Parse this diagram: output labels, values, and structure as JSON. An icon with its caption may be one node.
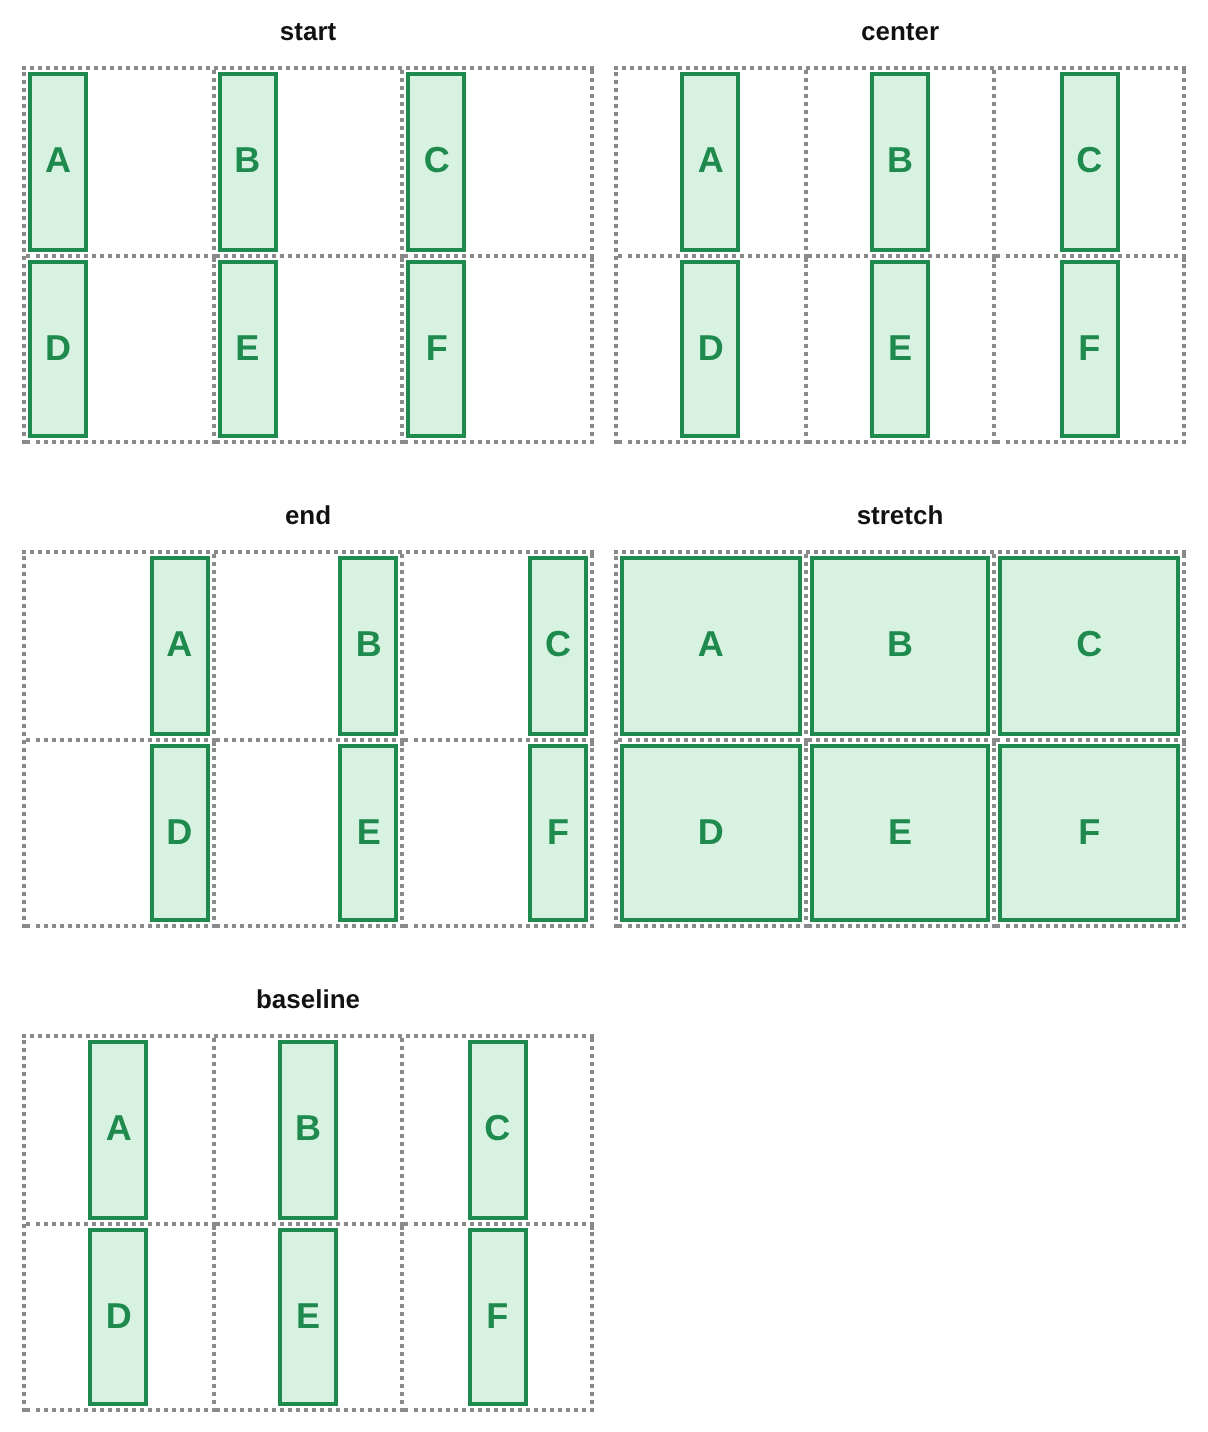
{
  "diagram": {
    "nodes": [
      {
        "text": [
          "start"
        ]
      },
      {
        "text": [
          "A"
        ],
        "in": 0
      },
      {
        "text": [
          "B"
        ],
        "in": 0
      },
      {
        "text": [
          "C"
        ],
        "in": 0
      },
      {
        "text": [
          "D"
        ],
        "in": 0
      },
      {
        "text": [
          "E"
        ],
        "in": 0
      },
      {
        "text": [
          "F"
        ],
        "in": 0
      },
      {
        "text": [
          "center"
        ]
      },
      {
        "text": [
          "A"
        ],
        "in": 7
      },
      {
        "text": [
          "B"
        ],
        "in": 7
      },
      {
        "text": [
          "C"
        ],
        "in": 7
      },
      {
        "text": [
          "D"
        ],
        "in": 7
      },
      {
        "text": [
          "E"
        ],
        "in": 7
      },
      {
        "text": [
          "F"
        ],
        "in": 7
      },
      {
        "text": [
          "end"
        ]
      },
      {
        "text": [
          "A"
        ],
        "in": 14
      },
      {
        "text": [
          "B"
        ],
        "in": 14
      },
      {
        "text": [
          "C"
        ],
        "in": 14
      },
      {
        "text": [
          "D"
        ],
        "in": 14
      },
      {
        "text": [
          "E"
        ],
        "in": 14
      },
      {
        "text": [
          "F"
        ],
        "in": 14
      },
      {
        "text": [
          "stretch"
        ]
      },
      {
        "text": [
          "A"
        ],
        "in": 21
      },
      {
        "text": [
          "B"
        ],
        "in": 21
      },
      {
        "text": [
          "C"
        ],
        "in": 21
      },
      {
        "text": [
          "D"
        ],
        "in": 21
      },
      {
        "text": [
          "E"
        ],
        "in": 21
      },
      {
        "text": [
          "F"
        ],
        "in": 21
      },
      {
        "text": [
          "baseline"
        ]
      },
      {
        "text": [
          "A"
        ],
        "in": 28
      },
      {
        "text": [
          "B"
        ],
        "in": 28
      },
      {
        "text": [
          "C"
        ],
        "in": 28
      },
      {
        "text": [
          "D"
        ],
        "in": 28
      },
      {
        "text": [
          "E"
        ],
        "in": 28
      },
      {
        "text": [
          "F"
        ],
        "in": 28
      }
    ]
  }
}
